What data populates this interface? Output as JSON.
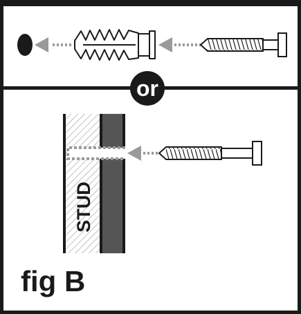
{
  "figure": {
    "separator_label": "or",
    "stud_label": "STUD",
    "caption": "fig B"
  },
  "icons": {
    "hole": "drilled-hole-icon",
    "anchor": "wall-anchor-icon",
    "screw": "screw-icon"
  },
  "colors": {
    "ink": "#1a1a1a",
    "arrow": "#9a9a9a",
    "drywall": "#555555",
    "background": "#ffffff"
  }
}
